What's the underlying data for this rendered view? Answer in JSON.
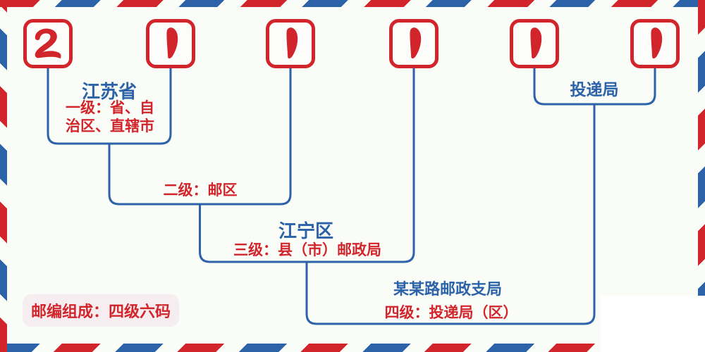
{
  "postal_code": {
    "digits": [
      "2",
      "1",
      "1",
      "1",
      "1",
      "1"
    ]
  },
  "labels": {
    "level1_name": "江苏省",
    "level1_label": "一级：省、自治区、直辖市",
    "level2_label": "二级：邮区",
    "level3_name": "江宁区",
    "level3_label": "三级：县（市）邮政局",
    "level4_name": "某某路邮政支局",
    "level4_label": "四级：投递局（区）",
    "delivery_label": "投递局",
    "footer_badge": "邮编组成：四级六码"
  },
  "colors": {
    "red": "#d2252b",
    "blue": "#2b62a8",
    "background": "#fafcf8",
    "badge_background": "#f6edf0"
  }
}
